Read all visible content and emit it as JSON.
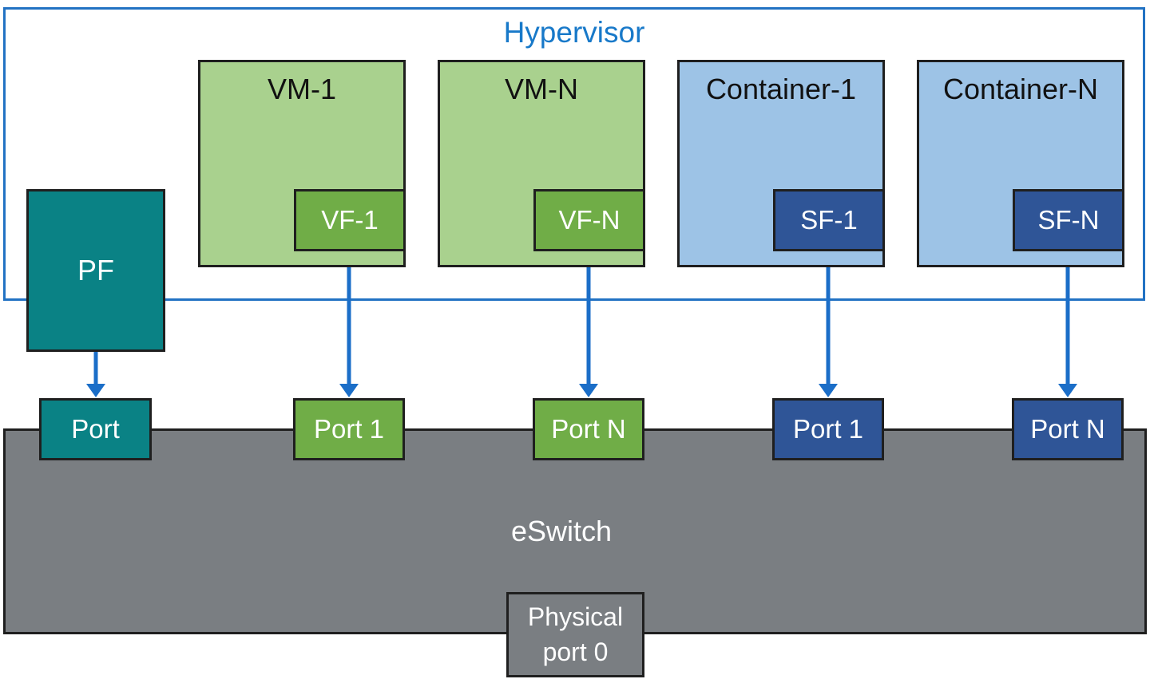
{
  "diagram": {
    "hypervisor": {
      "label": "Hypervisor"
    },
    "pf": {
      "label": "PF"
    },
    "guests": [
      {
        "label": "VM-1",
        "type": "vm",
        "function_label": "VF-1"
      },
      {
        "label": "VM-N",
        "type": "vm",
        "function_label": "VF-N"
      },
      {
        "label": "Container-1",
        "type": "container",
        "function_label": "SF-1"
      },
      {
        "label": "Container-N",
        "type": "container",
        "function_label": "SF-N"
      }
    ],
    "ports": [
      {
        "label": "Port",
        "type": "teal"
      },
      {
        "label": "Port 1",
        "type": "green"
      },
      {
        "label": "Port N",
        "type": "green"
      },
      {
        "label": "Port 1",
        "type": "blue"
      },
      {
        "label": "Port N",
        "type": "blue"
      }
    ],
    "eswitch": {
      "label": "eSwitch"
    },
    "physical_port": {
      "line1": "Physical",
      "line2": "port 0"
    },
    "colors": {
      "line_blue": "#2272C3",
      "title_blue": "#1879C9",
      "arrow_blue": "#1B6EC8",
      "teal": "#0A8285",
      "green_light": "#A9D18E",
      "green_dark": "#70AD47",
      "blue_light": "#9DC3E6",
      "blue_dark": "#2F5597",
      "gray": "#7A7E82",
      "border_dark": "#1F1F1F",
      "text_dark": "#111111"
    }
  }
}
